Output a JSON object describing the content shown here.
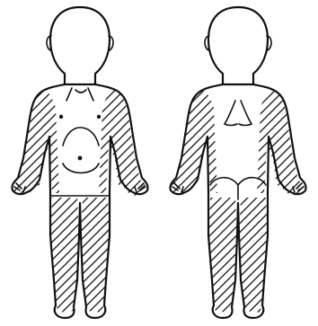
{
  "figure": {
    "views": [
      {
        "id": "front",
        "shaded_regions": [
          "chest-flanks",
          "arms",
          "hands",
          "legs",
          "feet"
        ],
        "face": "blank"
      },
      {
        "id": "back",
        "shaded_regions": [
          "upper-back",
          "arms",
          "hands",
          "legs",
          "feet"
        ],
        "face": "blank"
      }
    ],
    "colors": {
      "line": "#111111",
      "background": "#ffffff",
      "hatch": "#111111"
    }
  }
}
